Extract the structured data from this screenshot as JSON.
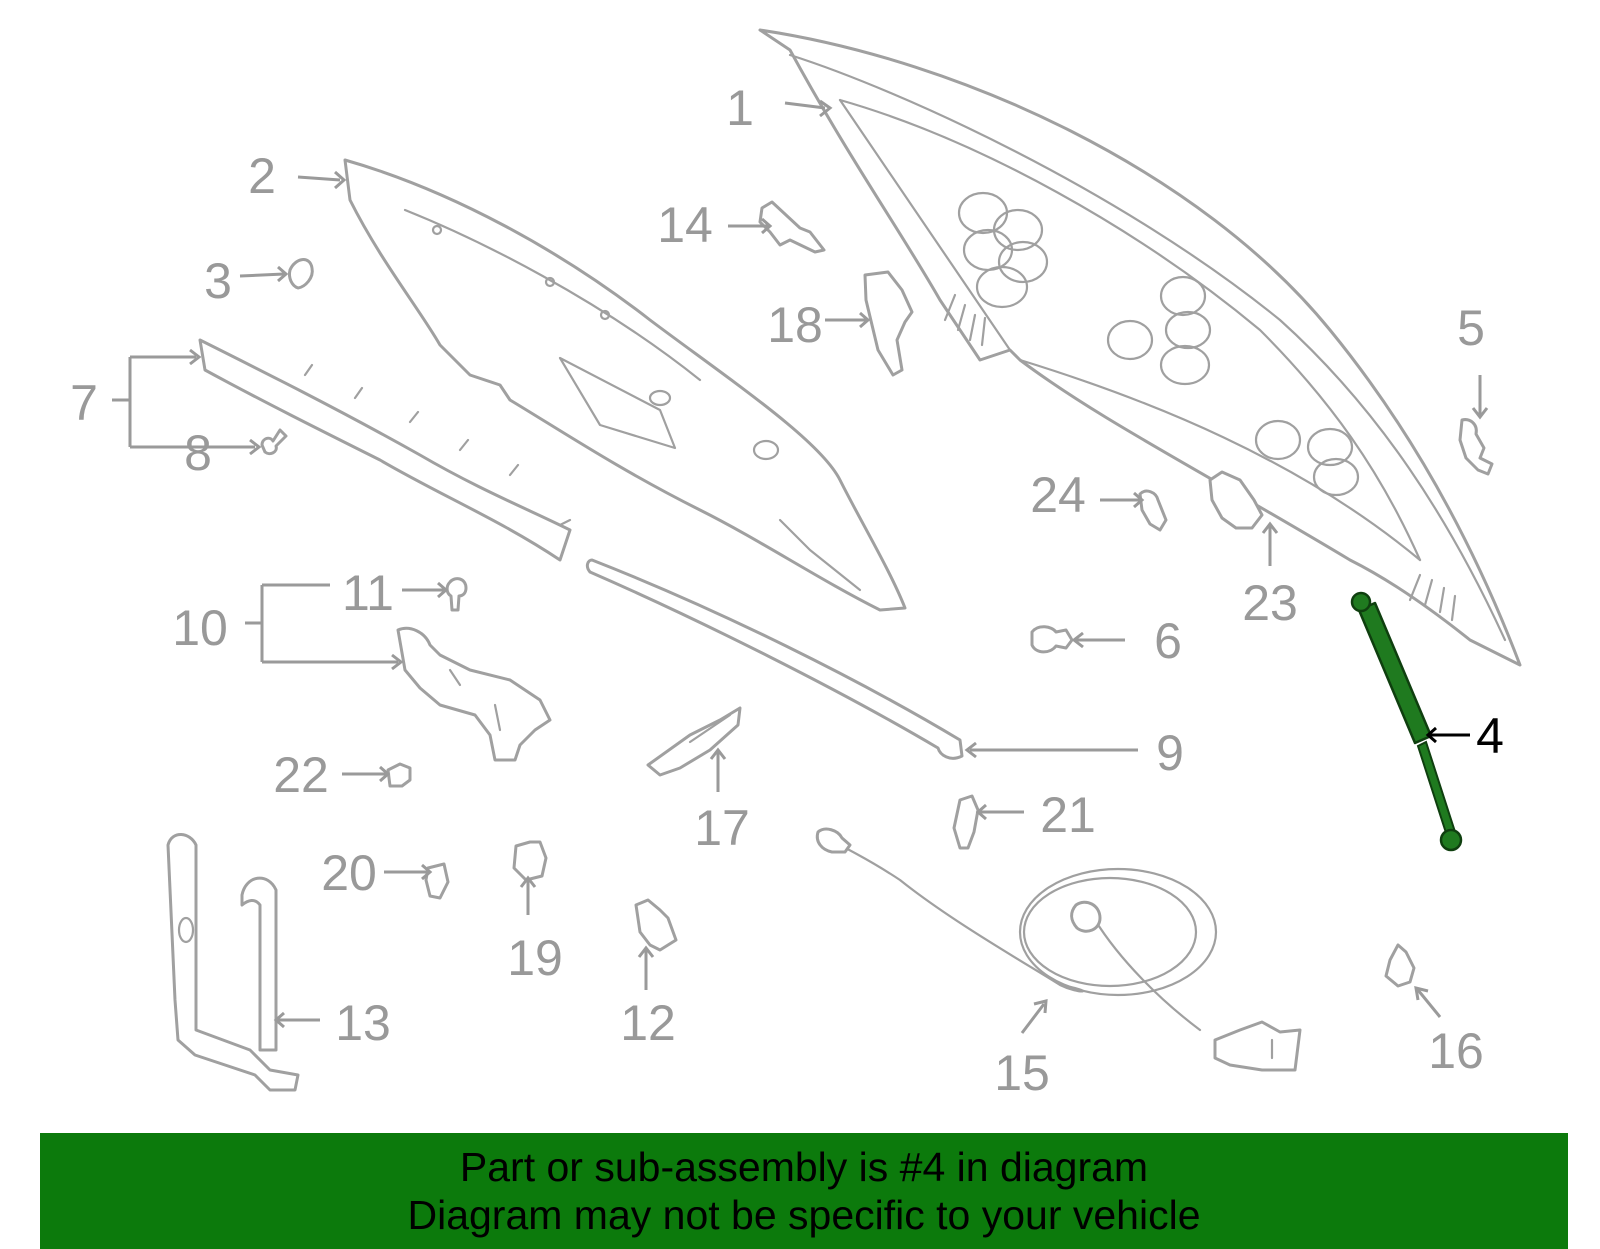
{
  "diagram": {
    "colors": {
      "part_stroke": "#a0a0a0",
      "callout_text": "#999999",
      "highlight_part": "#1f7a1f",
      "highlight_label": "#000000",
      "banner_background": "#0c7a0c"
    },
    "callouts": [
      {
        "id": "1",
        "label": "1"
      },
      {
        "id": "2",
        "label": "2"
      },
      {
        "id": "3",
        "label": "3"
      },
      {
        "id": "4",
        "label": "4",
        "highlighted": true
      },
      {
        "id": "5",
        "label": "5"
      },
      {
        "id": "6",
        "label": "6"
      },
      {
        "id": "7",
        "label": "7"
      },
      {
        "id": "8",
        "label": "8"
      },
      {
        "id": "9",
        "label": "9"
      },
      {
        "id": "10",
        "label": "10"
      },
      {
        "id": "11",
        "label": "11"
      },
      {
        "id": "12",
        "label": "12"
      },
      {
        "id": "13",
        "label": "13"
      },
      {
        "id": "14",
        "label": "14"
      },
      {
        "id": "15",
        "label": "15"
      },
      {
        "id": "16",
        "label": "16"
      },
      {
        "id": "17",
        "label": "17"
      },
      {
        "id": "18",
        "label": "18"
      },
      {
        "id": "19",
        "label": "19"
      },
      {
        "id": "20",
        "label": "20"
      },
      {
        "id": "21",
        "label": "21"
      },
      {
        "id": "22",
        "label": "22"
      },
      {
        "id": "23",
        "label": "23"
      },
      {
        "id": "24",
        "label": "24"
      }
    ]
  },
  "banner": {
    "line1": "Part or sub-assembly is #4 in diagram",
    "line2": "Diagram may not be specific to your vehicle"
  }
}
